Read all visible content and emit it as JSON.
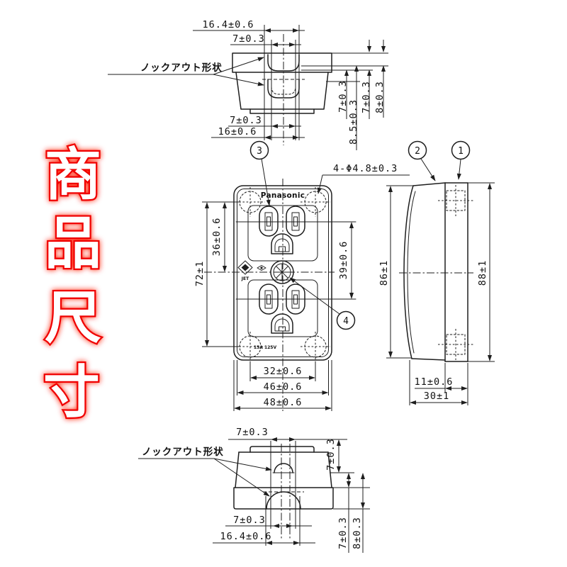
{
  "watermark": {
    "char1": "商",
    "char2": "品",
    "char3": "尺",
    "char4": "寸",
    "glow_color": "#ff0000",
    "fill_color": "#ffffff"
  },
  "callouts": {
    "knockout_top": "ノックアウト形状",
    "knockout_bottom": "ノックアウト形状",
    "mount_holes": "4-Φ4.8±0.3",
    "balloon_1": "1",
    "balloon_2": "2",
    "balloon_3": "3",
    "balloon_4": "4"
  },
  "product": {
    "brand": "Panasonic",
    "rating": "15A 125V",
    "cert_mark": "JET"
  },
  "top_view": {
    "dim_knockout_outer_top": "16.4±0.6",
    "dim_knockout_inner_top": "7±0.3",
    "dim_knockout_inner_bottom": "7±0.3",
    "dim_knockout_outer_bottom": "16±0.6",
    "dim_side_a": "7±0.3",
    "dim_side_b": "8.5±0.3",
    "dim_side_c": "7±0.3",
    "dim_side_d": "8±0.3"
  },
  "front_view": {
    "dim_center_upper": "36±0.6",
    "dim_mount_span": "72±1",
    "dim_outlet_pitch": "39±0.6",
    "dim_hole_span": "32±0.6",
    "dim_body_width": "46±0.6",
    "dim_overall_width": "48±0.6"
  },
  "side_view": {
    "dim_body_height": "86±1",
    "dim_overall_height": "88±1",
    "dim_plate_depth": "11±0.6",
    "dim_overall_depth": "30±1"
  },
  "bottom_view": {
    "dim_knockout_top": "7±0.3",
    "dim_side_top": "7±0.3",
    "dim_knockout_inner": "7±0.3",
    "dim_knockout_outer": "16.4±0.6",
    "dim_side_a": "7±0.3",
    "dim_side_b": "8±0.3"
  }
}
